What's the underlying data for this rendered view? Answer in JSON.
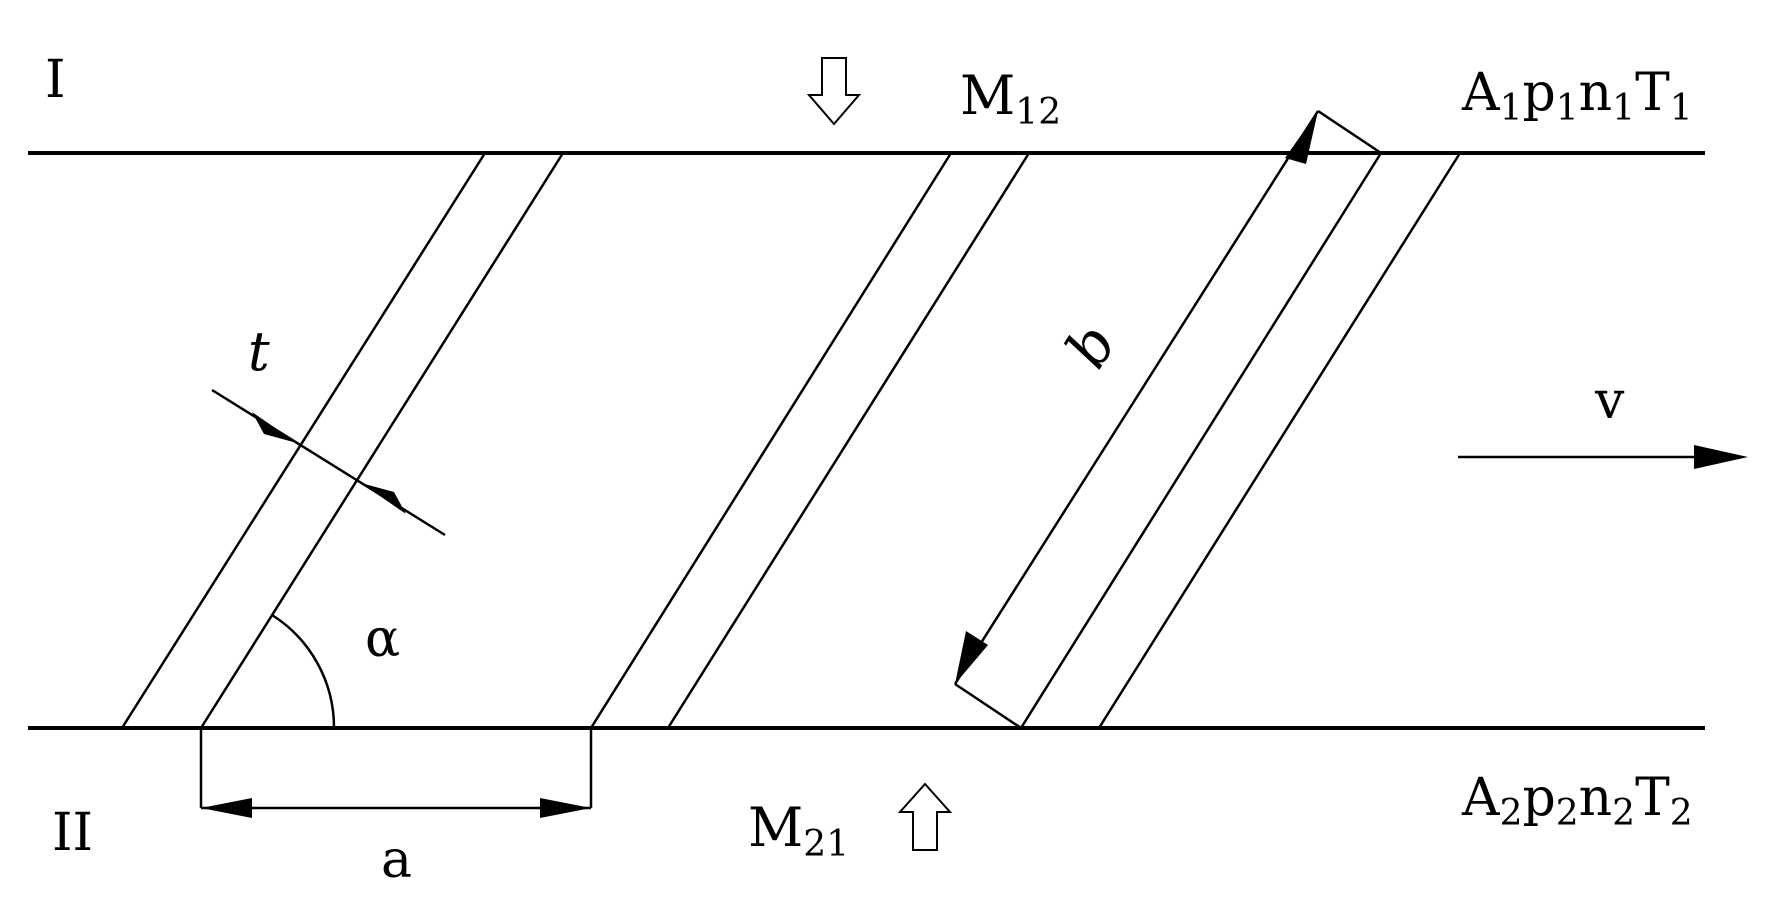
{
  "regions": {
    "upper": "I",
    "lower": "II"
  },
  "flux": {
    "down": {
      "main": "M",
      "sub": "12"
    },
    "up": {
      "main": "M",
      "sub": "21"
    }
  },
  "state_upper": [
    {
      "main": "A",
      "sub": "1"
    },
    {
      "main": "p",
      "sub": "1"
    },
    {
      "main": "n",
      "sub": "1"
    },
    {
      "main": "T",
      "sub": "1"
    }
  ],
  "state_lower": [
    {
      "main": "A",
      "sub": "2"
    },
    {
      "main": "p",
      "sub": "2"
    },
    {
      "main": "n",
      "sub": "2"
    },
    {
      "main": "T",
      "sub": "2"
    }
  ],
  "dimensions": {
    "thickness": "t",
    "length": "b",
    "pitch": "a",
    "angle": "α"
  },
  "velocity": "v",
  "colors": {
    "ink": "#000000",
    "background": "#ffffff"
  }
}
